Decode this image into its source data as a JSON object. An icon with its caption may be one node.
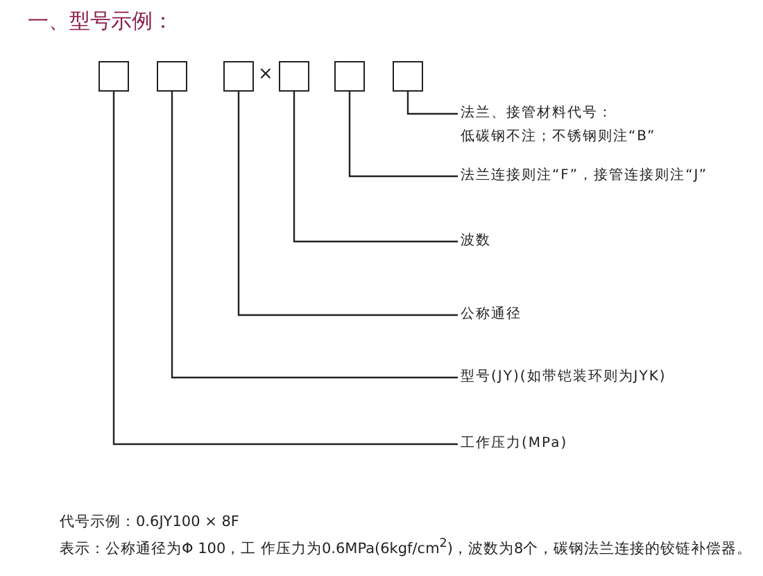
{
  "diagram": {
    "title": "一、型号示例：",
    "nodes": [
      {
        "text": [],
        "shape": "box"
      },
      {
        "text": [],
        "shape": "box"
      },
      {
        "text": [],
        "shape": "box"
      },
      {
        "text": [],
        "shape": "box"
      },
      {
        "text": [],
        "shape": "box"
      },
      {
        "text": [],
        "shape": "box"
      },
      {
        "text": [
          "法兰、接管材料代号：",
          "低碳钢不注；不锈钢则注“B”"
        ]
      },
      {
        "text": [
          "法兰连接则注“F”，接管连接则注“J”"
        ]
      },
      {
        "text": [
          "波数"
        ]
      },
      {
        "text": [
          "公称通径"
        ]
      },
      {
        "text": [
          "型号(JY)(如带铠装环则为JYK)"
        ]
      },
      {
        "text": [
          "工作压力(MPa)"
        ]
      }
    ],
    "edges": [
      {
        "from": 5,
        "to": 6,
        "arrow": "none"
      },
      {
        "from": 4,
        "to": 7,
        "arrow": "none"
      },
      {
        "from": 3,
        "to": 8,
        "arrow": "none"
      },
      {
        "from": 2,
        "to": 9,
        "arrow": "none"
      },
      {
        "from": 1,
        "to": 10,
        "arrow": "none"
      },
      {
        "from": 0,
        "to": 11,
        "arrow": "none"
      }
    ],
    "labels": [
      "×",
      "代号示例：0.6JY100 × 8F",
      "表示：公称通径为Φ 100，工 作压力为0.6MPa(6kgf/cm$^{2}$)，波数为8个，碳钢法兰连接的铰链补偿器。"
    ]
  }
}
